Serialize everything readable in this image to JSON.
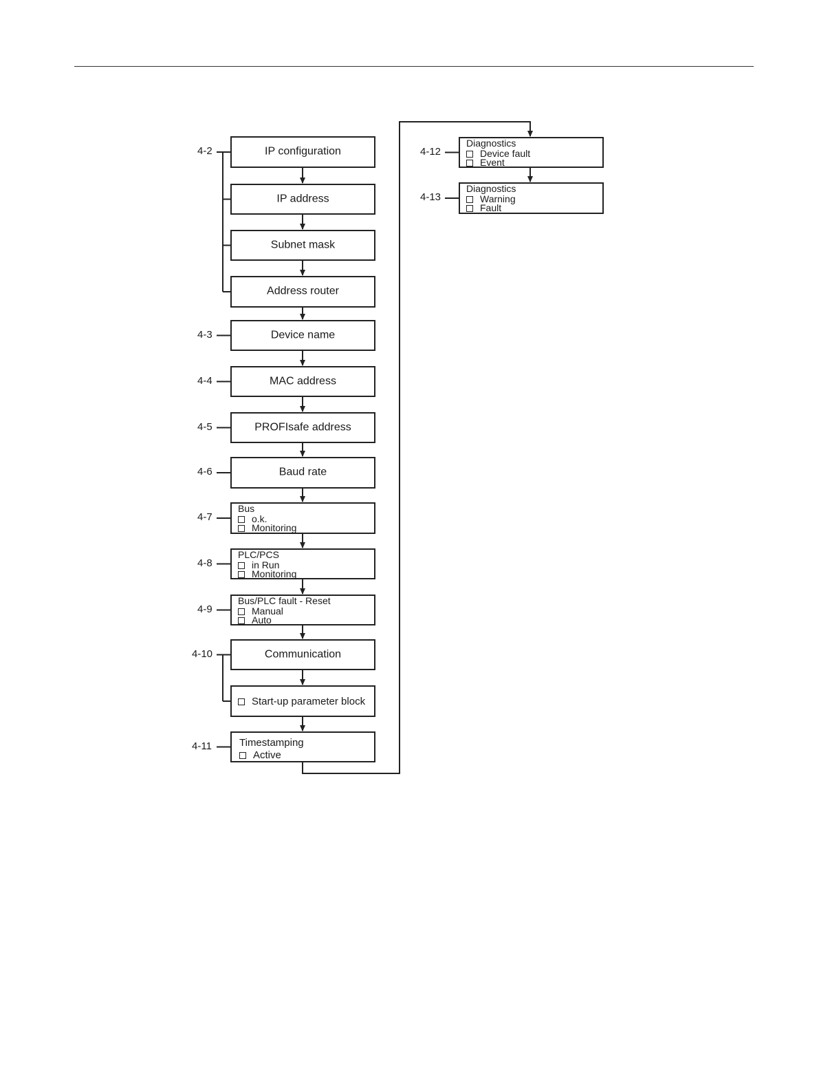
{
  "header": {
    "rule_color": "#333333"
  },
  "diagram": {
    "line_color": "#222222",
    "nodes": [
      {
        "id": "ip-config",
        "ref": "4-2",
        "title": "IP configuration",
        "options": []
      },
      {
        "id": "ip-address",
        "ref": "",
        "title": "IP address",
        "options": []
      },
      {
        "id": "subnet-mask",
        "ref": "",
        "title": "Subnet mask",
        "options": []
      },
      {
        "id": "address-router",
        "ref": "",
        "title": "Address router",
        "options": []
      },
      {
        "id": "device-name",
        "ref": "4-3",
        "title": "Device name",
        "options": []
      },
      {
        "id": "mac-address",
        "ref": "4-4",
        "title": "MAC address",
        "options": []
      },
      {
        "id": "profisafe-address",
        "ref": "4-5",
        "title": "PROFIsafe address",
        "options": []
      },
      {
        "id": "baud-rate",
        "ref": "4-6",
        "title": "Baud rate",
        "options": []
      },
      {
        "id": "bus",
        "ref": "4-7",
        "title": "Bus",
        "options": [
          "o.k.",
          "Monitoring"
        ]
      },
      {
        "id": "plc-pcs",
        "ref": "4-8",
        "title": "PLC/PCS",
        "options": [
          "in Run",
          "Monitoring"
        ]
      },
      {
        "id": "bus-plc-fault-reset",
        "ref": "4-9",
        "title": "Bus/PLC fault - Reset",
        "options": [
          "Manual",
          "Auto"
        ]
      },
      {
        "id": "communication",
        "ref": "4-10",
        "title": "Communication",
        "options": []
      },
      {
        "id": "startup-parameter-block",
        "ref": "",
        "title": "",
        "options": [
          "Start-up parameter block"
        ]
      },
      {
        "id": "timestamping",
        "ref": "4-11",
        "title": "Timestamping",
        "options": [
          "Active"
        ]
      },
      {
        "id": "diagnostics-1",
        "ref": "4-12",
        "title": "Diagnostics",
        "options": [
          "Device fault",
          "Event"
        ]
      },
      {
        "id": "diagnostics-2",
        "ref": "4-13",
        "title": "Diagnostics",
        "options": [
          "Warning",
          "Fault"
        ]
      }
    ]
  }
}
